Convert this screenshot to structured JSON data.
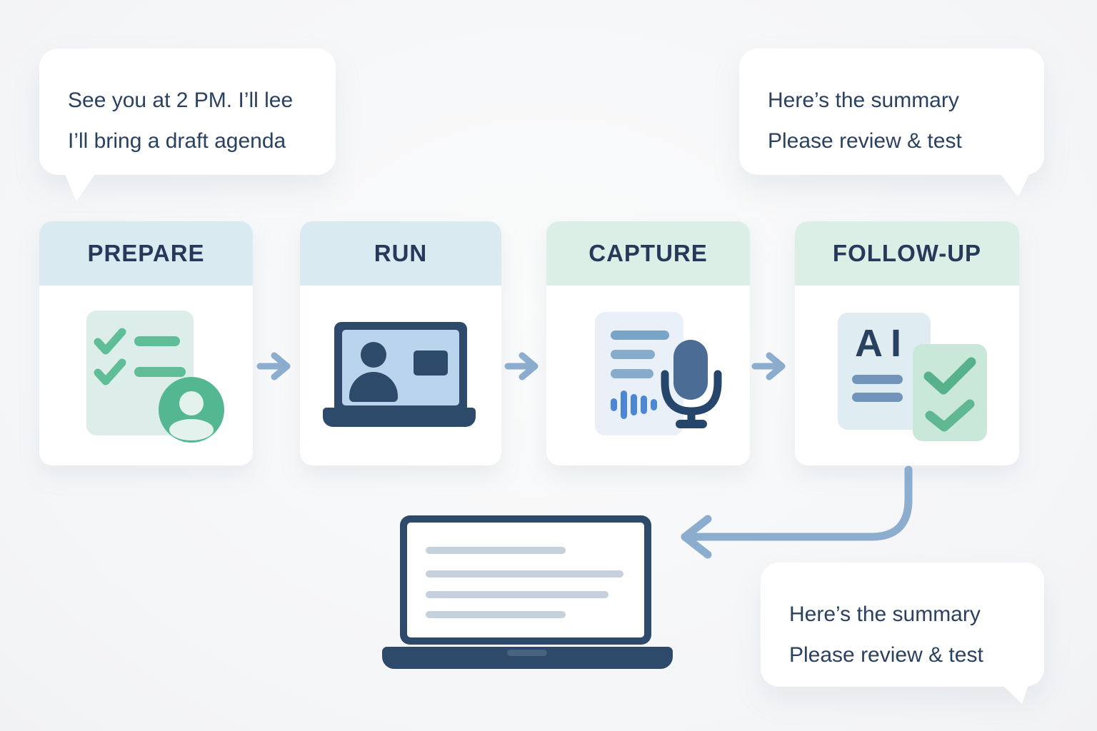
{
  "background": "#f5f6f7",
  "bubbles": {
    "top_left": {
      "lines": [
        "See you at 2 PM. I’ll lee",
        "I’ll bring a draft agenda"
      ]
    },
    "top_right": {
      "lines": [
        "Here’s the summary",
        "Please review & test"
      ]
    },
    "bottom_right": {
      "lines": [
        "Here’s the summary",
        "Please review & test"
      ]
    }
  },
  "steps": [
    {
      "label": "PREPARE",
      "header_color": "#d9eaf1",
      "icon": "checklist-with-person-avatar"
    },
    {
      "label": "RUN",
      "header_color": "#d9eaf1",
      "icon": "laptop-video-call"
    },
    {
      "label": "CAPTURE",
      "header_color": "#dcefe6",
      "icon": "transcript-document-and-microphone"
    },
    {
      "label": "FOLLOW-UP",
      "header_color": "#dcefe6",
      "icon": "ai-summary-document-and-checklist"
    }
  ],
  "followup": {
    "ai_label": "AI"
  },
  "colors": {
    "title_navy": "#26395b",
    "bubble_text": "#2b4160",
    "dark_navy": "#2d4a6b",
    "arrow_steel_blue": "#8cadcd",
    "green": "#53b891",
    "check_green": "#57b28c",
    "waveform_blue": "#4d87d3",
    "mic_slate": "#4b6d95",
    "mic_stand_navy": "#26456b",
    "doc_mint": "#ddedea",
    "doc_blue_gray": "#e9f0f7",
    "doc_light_blue": "#dfecf1",
    "green_card": "#c9e8d9",
    "screen_blue": "#bad4ed",
    "laptop_text_line": "#c5d1dc"
  }
}
